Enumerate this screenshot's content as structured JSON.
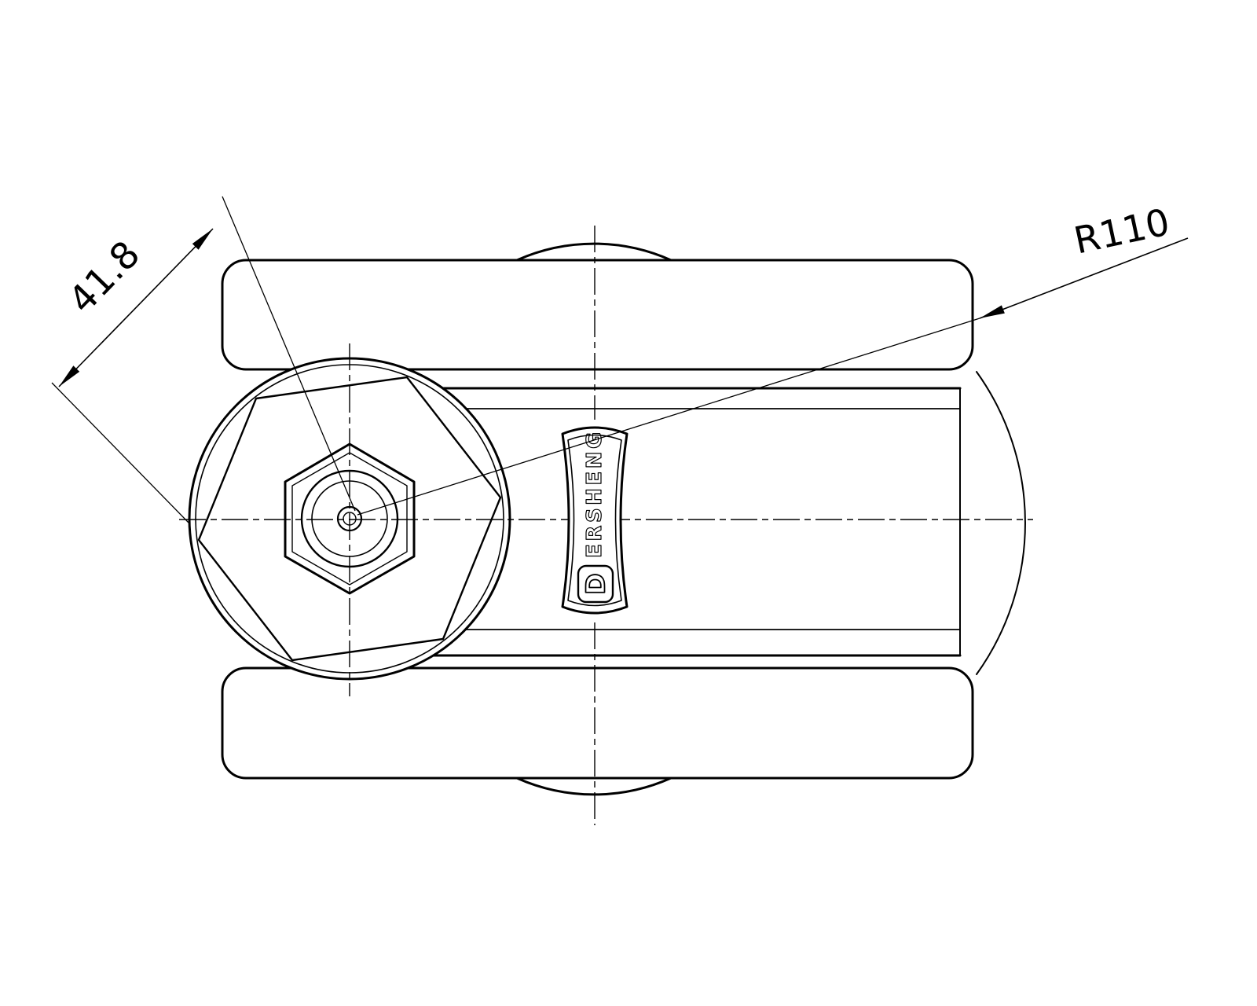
{
  "meta": {
    "type": "technical-drawing",
    "background": "#ffffff",
    "ink": "#000000"
  },
  "annotations": {
    "linear_dimension": "41.8",
    "radius_dimension": "R110"
  },
  "part_label": {
    "initial": "D",
    "text": "ERSHENG",
    "full_name": "DERSHENG"
  }
}
